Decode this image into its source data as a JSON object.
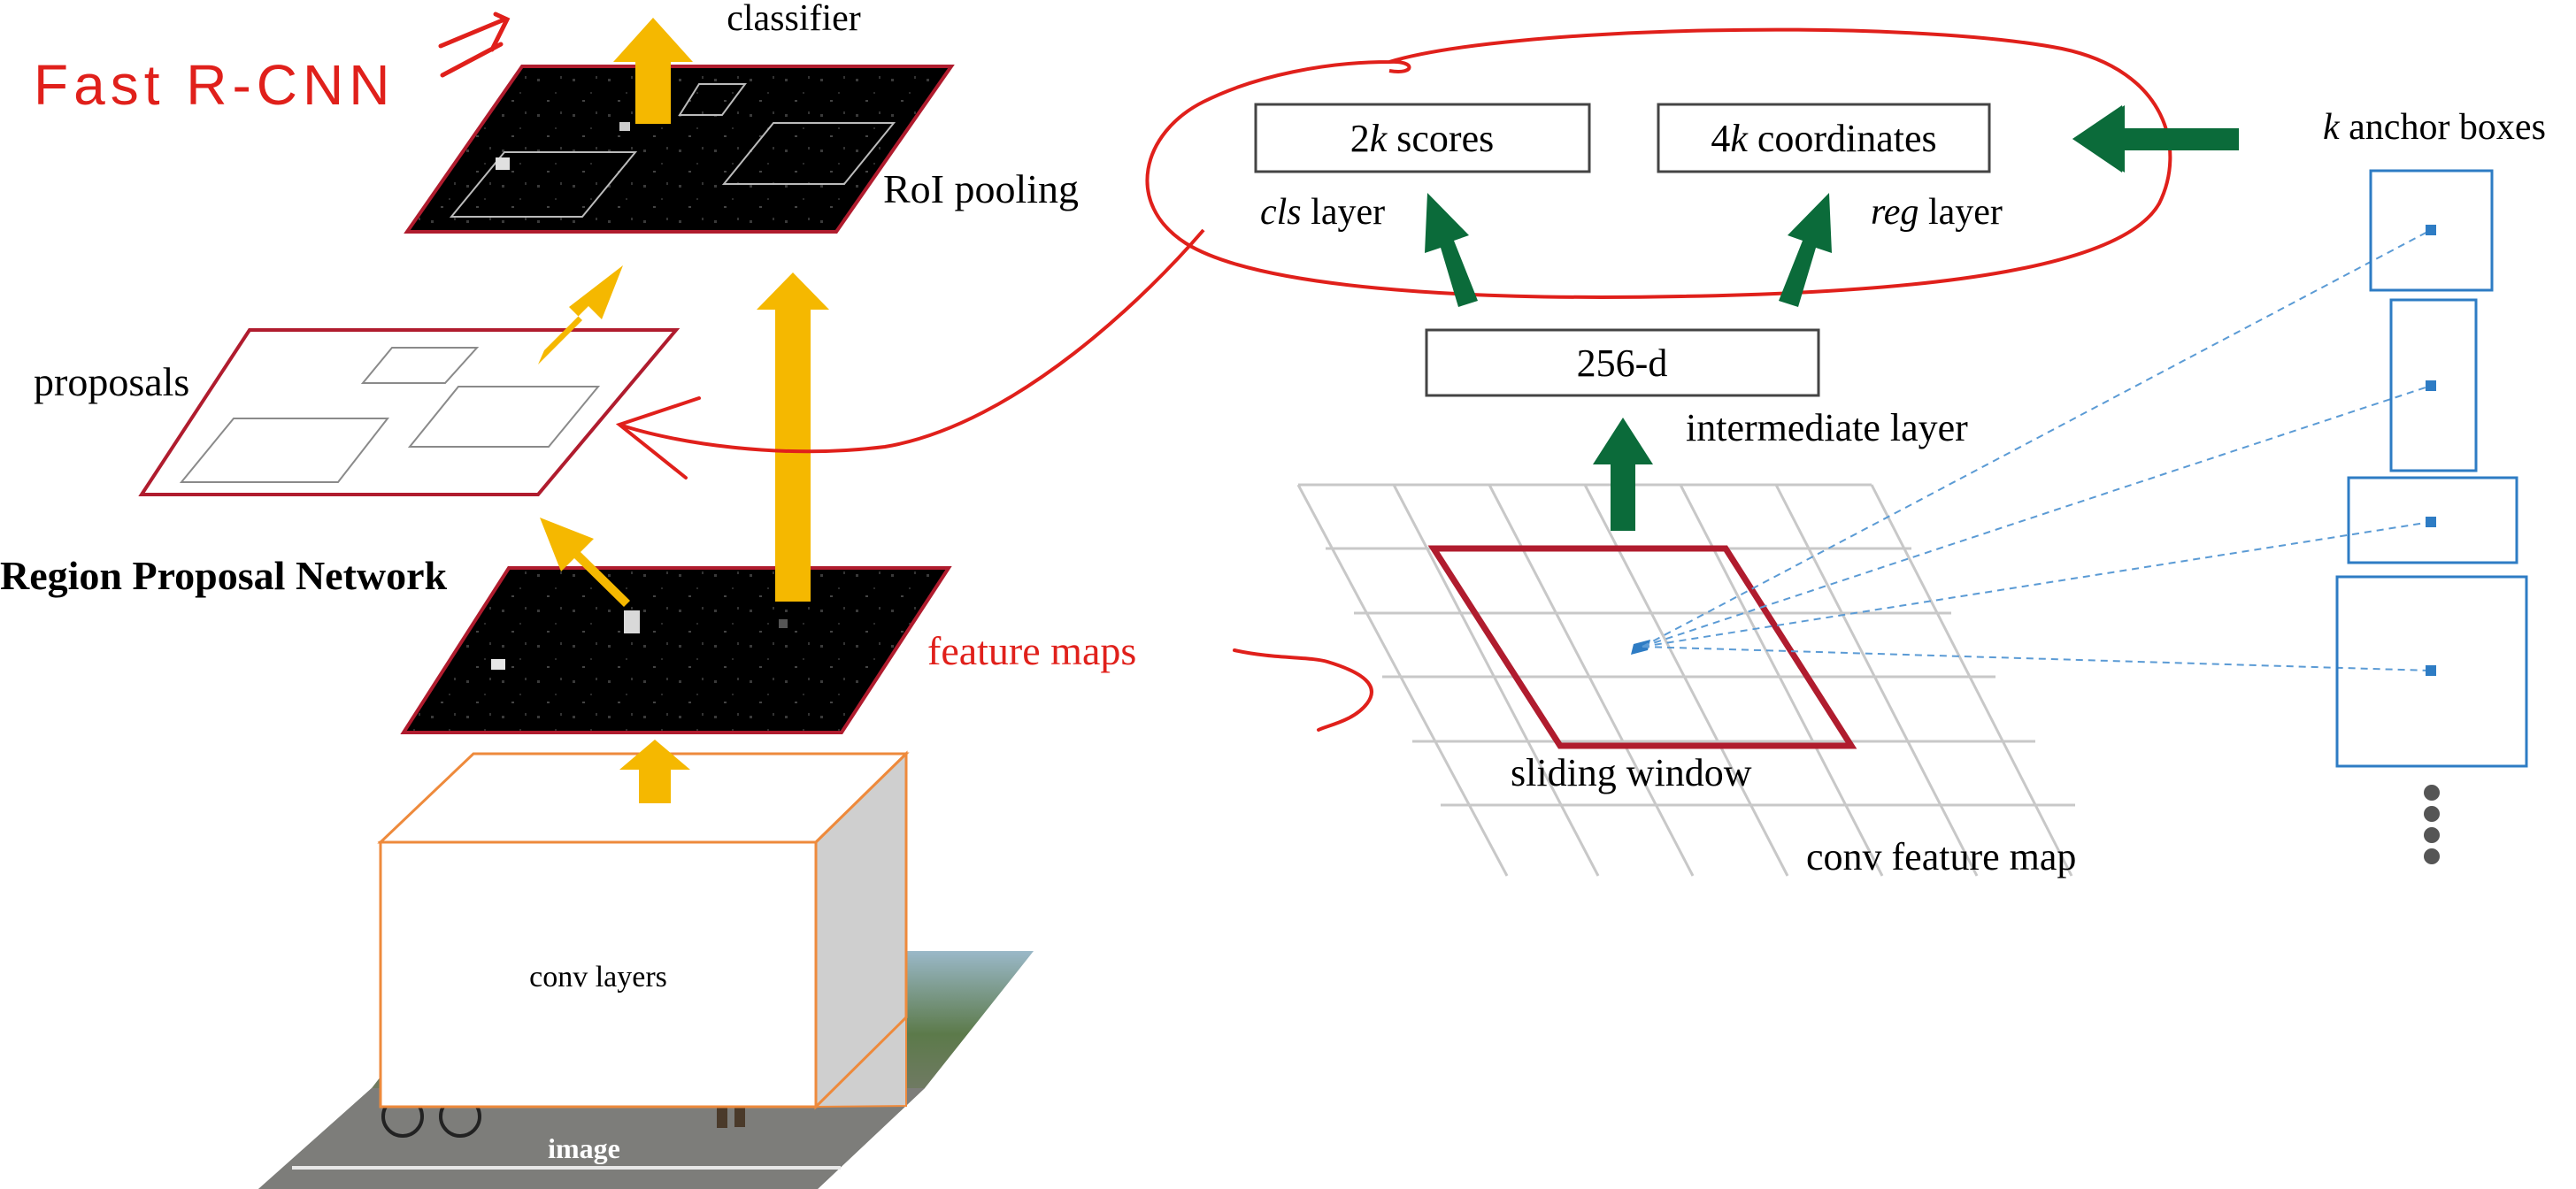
{
  "annotations": {
    "fast_rcnn": "Fast R-CNN",
    "feature_maps": "feature maps"
  },
  "left_pipeline": {
    "classifier": "classifier",
    "roi_pooling": "RoI pooling",
    "proposals": "proposals",
    "rpn": "Region Proposal Network",
    "conv_layers": "conv layers",
    "image": "image"
  },
  "right_pipeline": {
    "scores_prefix": "2",
    "scores_k": "k",
    "scores_suffix": " scores",
    "coords_prefix": "4",
    "coords_k": "k",
    "coords_suffix": " coordinates",
    "cls_italic": "cls",
    "cls_suffix": " layer",
    "reg_italic": "reg",
    "reg_suffix": " layer",
    "intermediate_box": "256-d",
    "intermediate_label": "intermediate layer",
    "sliding_window": "sliding window",
    "conv_feature_map": "conv feature map",
    "anchor_k": "k",
    "anchor_suffix": " anchor boxes"
  },
  "colors": {
    "yellow_arrow": "#f5b800",
    "green_arrow": "#0b6b3a",
    "dark_red": "#b01c2e",
    "annotation_red": "#e0201b",
    "anchor_blue": "#2e7cc4",
    "orange_box": "#ee8a3c",
    "grid_gray": "#c8c8c8"
  },
  "icons": {
    "more_anchors": "vertical-ellipsis-icon"
  }
}
